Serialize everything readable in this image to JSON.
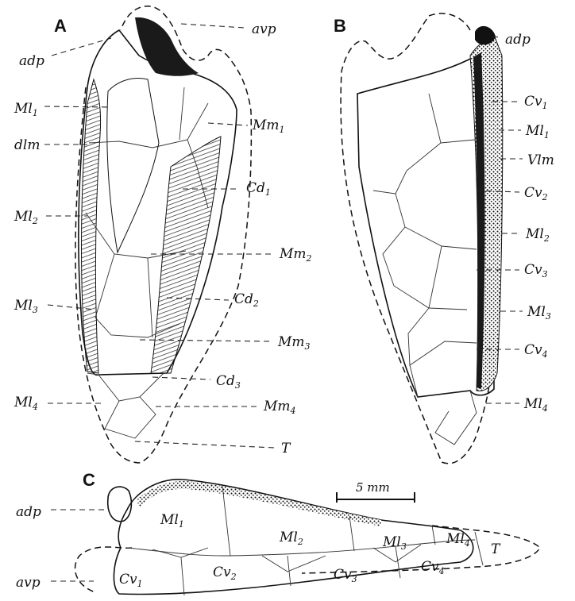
{
  "panels": {
    "a": "A",
    "b": "B",
    "c": "C"
  },
  "scale_bar": {
    "label": "5 mm"
  },
  "labels_a": {
    "avp": "avp",
    "adp": "adp",
    "ml1": "Ml",
    "ml1_sub": "1",
    "dlm": "dlm",
    "ml2": "Ml",
    "ml2_sub": "2",
    "ml3": "Ml",
    "ml3_sub": "3",
    "ml4": "Ml",
    "ml4_sub": "4",
    "mm1": "Mm",
    "mm1_sub": "1",
    "cd1": "Cd",
    "cd1_sub": "1",
    "mm2": "Mm",
    "mm2_sub": "2",
    "cd2": "Cd",
    "cd2_sub": "2",
    "mm3": "Mm",
    "mm3_sub": "3",
    "cd3": "Cd",
    "cd3_sub": "3",
    "mm4": "Mm",
    "mm4_sub": "4",
    "t": "T"
  },
  "labels_b": {
    "adp": "adp",
    "cv1": "Cv",
    "cv1_sub": "1",
    "ml1": "Ml",
    "ml1_sub": "1",
    "vlm": "Vlm",
    "cv2": "Cv",
    "cv2_sub": "2",
    "ml2": "Ml",
    "ml2_sub": "2",
    "cv3": "Cv",
    "cv3_sub": "3",
    "ml3": "Ml",
    "ml3_sub": "3",
    "cv4": "Cv",
    "cv4_sub": "4",
    "ml4": "Ml",
    "ml4_sub": "4"
  },
  "labels_c": {
    "adp": "adp",
    "avp": "avp",
    "ml1": "Ml",
    "ml1_sub": "1",
    "ml2": "Ml",
    "ml2_sub": "2",
    "ml3": "Ml",
    "ml3_sub": "3",
    "ml4": "Ml",
    "ml4_sub": "4",
    "t": "T",
    "cv1": "Cv",
    "cv1_sub": "1",
    "cv2": "Cv",
    "cv2_sub": "2",
    "cv3": "Cv",
    "cv3_sub": "3",
    "cv4": "Cv",
    "cv4_sub": "4"
  }
}
